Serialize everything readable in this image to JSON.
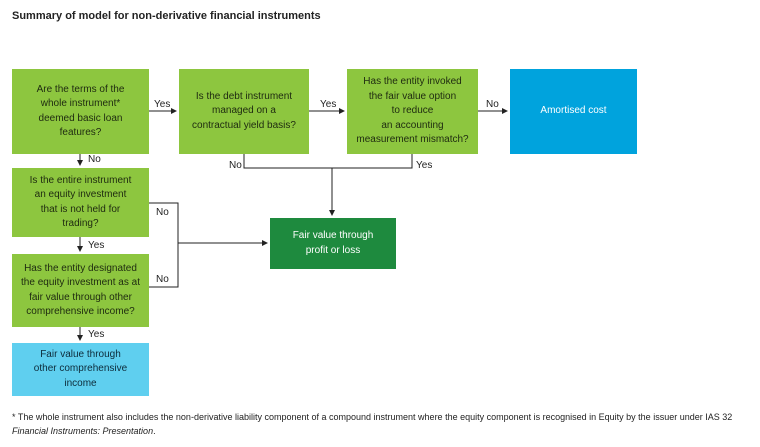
{
  "title": "Summary of model for non-derivative financial instruments",
  "nodes": {
    "basic_loan": "Are the terms of the\nwhole instrument*\ndeemed basic loan\nfeatures?",
    "yield_basis": "Is the debt instrument\nmanaged on a\ncontractual yield basis?",
    "fv_option": "Has the entity invoked\nthe fair value option\nto reduce\nan accounting\nmeasurement mismatch?",
    "amortised_cost": "Amortised cost",
    "equity_investment": "Is the entire instrument\nan equity investment\nthat is not held for\ntrading?",
    "fvpl": "Fair value through\nprofit or loss",
    "designated_oci": "Has the entity designated\nthe equity investment as at\nfair value through other\ncomprehensive income?",
    "fvoci": "Fair value through\nother comprehensive\nincome"
  },
  "edge_labels": {
    "basic_loan_yes": "Yes",
    "yield_basis_yes": "Yes",
    "fv_option_no": "No",
    "basic_loan_no": "No",
    "yield_basis_no": "No",
    "fv_option_yes": "Yes",
    "equity_no": "No",
    "equity_yes": "Yes",
    "designated_no": "No",
    "designated_yes": "Yes"
  },
  "footnote": {
    "main": "* The whole instrument also includes the non-derivative liability component of a compound instrument where the equity component is recognised in Equity by the issuer under IAS 32 ",
    "italic": "Financial Instruments: Presentation",
    "end": "."
  },
  "colors": {
    "question": "#8dc63f",
    "fvpl": "#1e8a3e",
    "amortised": "#00a3dd",
    "fvoci": "#5fcfef"
  }
}
